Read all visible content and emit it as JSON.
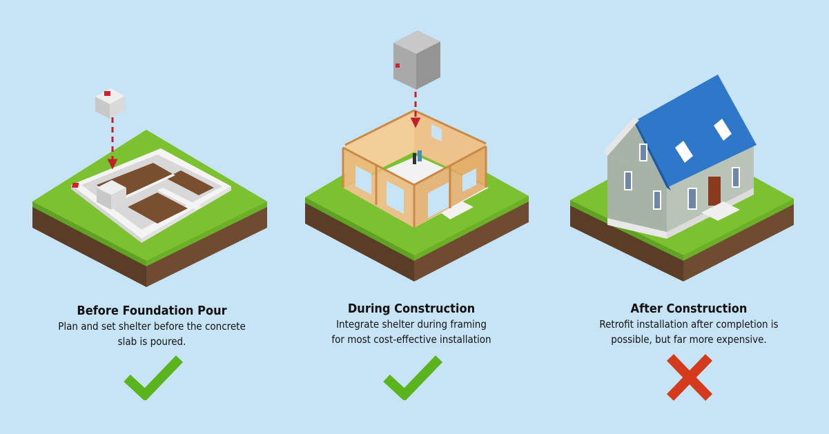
{
  "stages": [
    {
      "title": "Before Foundation Pour",
      "description": "Plan and set shelter before the concrete\nslab is poured.",
      "status": "check",
      "status_color": "#5bb31e"
    },
    {
      "title": "During Construction",
      "description": "Integrate shelter during framing\nfor most cost-effective installation",
      "status": "check",
      "status_color": "#5bb31e"
    },
    {
      "title": "After Construction",
      "description": "Retrofit installation after completion is\npossible, but far more expensive.",
      "status": "cross",
      "status_color": "#d63a1c"
    }
  ],
  "colors": {
    "background": "#c6e4f5",
    "grass": "#7cc12f",
    "soil": "#6b4a33",
    "arrow": "#c21f2a",
    "roof": "#2f77c9",
    "wood": "#e9b877"
  }
}
